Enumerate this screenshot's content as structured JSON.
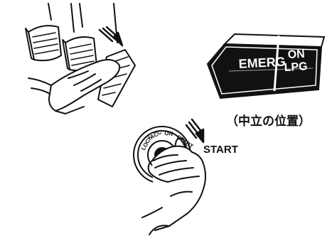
{
  "switch": {
    "left_label": "EMERG",
    "right_label_top": "ON",
    "right_label_bottom": "LPG"
  },
  "caption": "（中立の位置）",
  "ignition": {
    "positions": [
      "LOCK",
      "ACC",
      "ON",
      "START"
    ],
    "start_label": "START"
  },
  "colors": {
    "ink": "#111111",
    "paper": "#ffffff"
  }
}
